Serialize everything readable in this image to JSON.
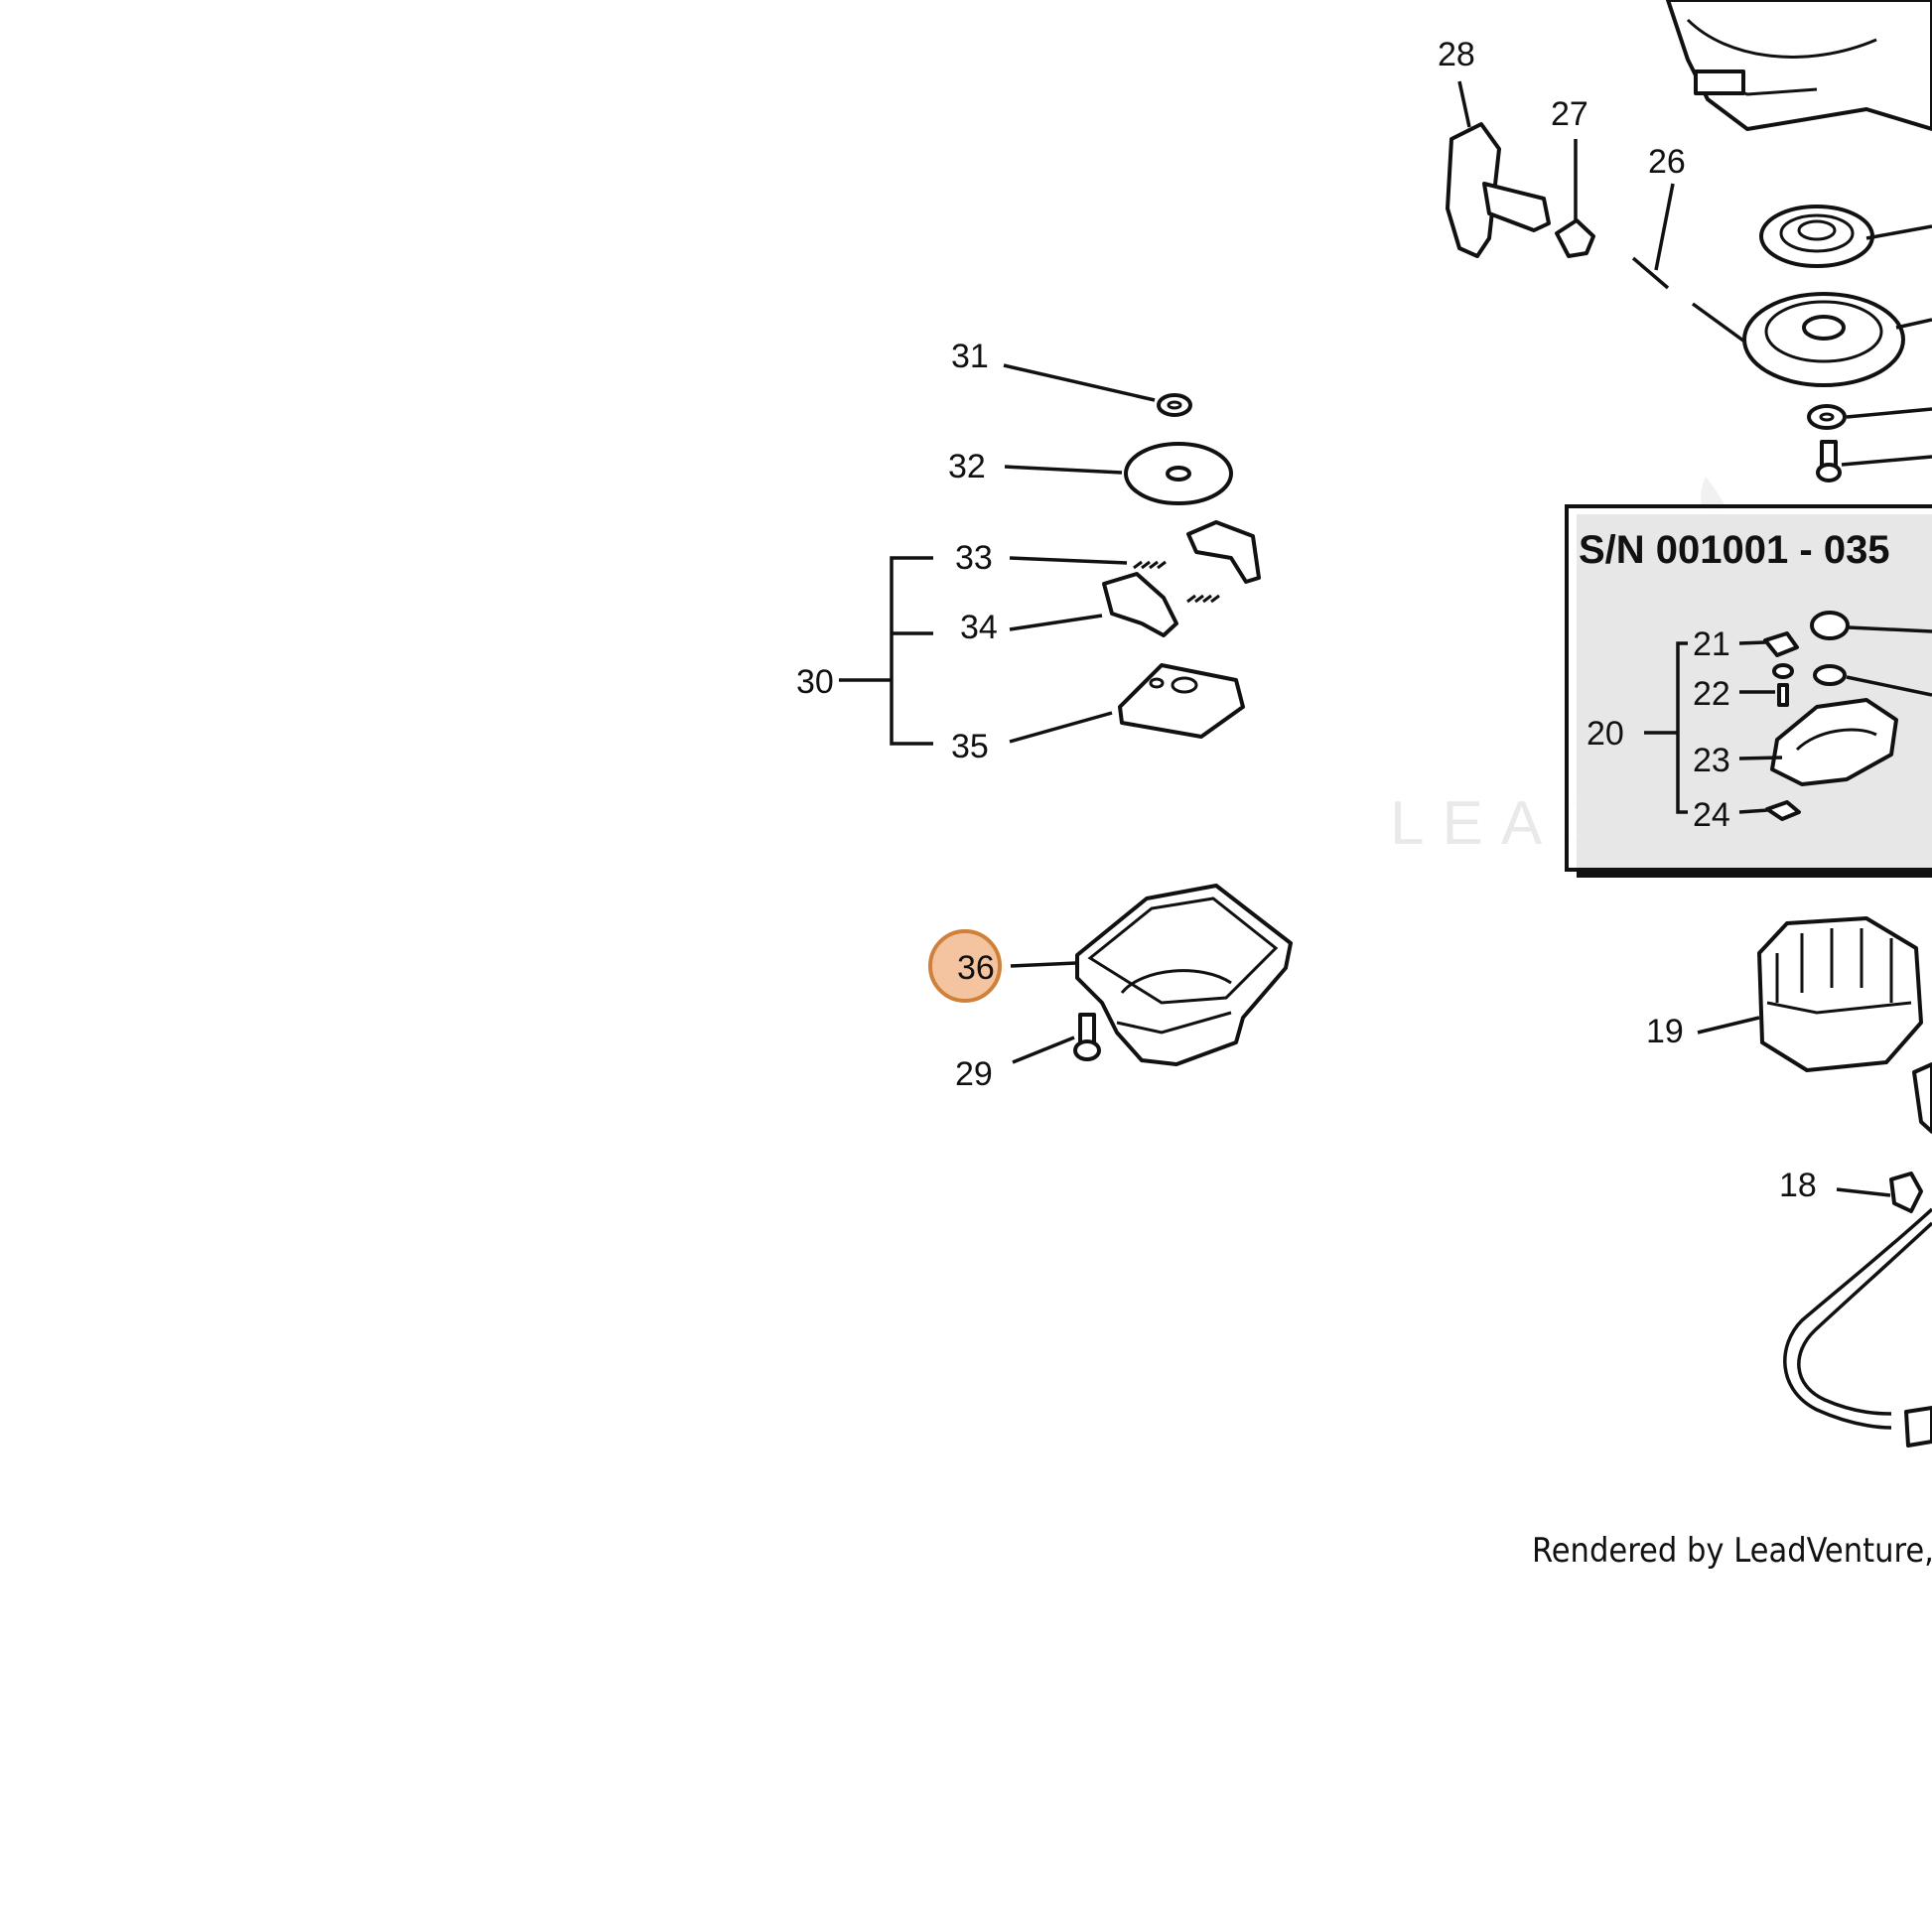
{
  "diagram": {
    "callouts": [
      {
        "id": "18",
        "label": "18"
      },
      {
        "id": "19",
        "label": "19"
      },
      {
        "id": "20",
        "label": "20"
      },
      {
        "id": "21",
        "label": "21"
      },
      {
        "id": "22",
        "label": "22"
      },
      {
        "id": "23",
        "label": "23"
      },
      {
        "id": "24",
        "label": "24"
      },
      {
        "id": "26",
        "label": "26"
      },
      {
        "id": "27",
        "label": "27"
      },
      {
        "id": "28",
        "label": "28"
      },
      {
        "id": "29",
        "label": "29"
      },
      {
        "id": "30",
        "label": "30"
      },
      {
        "id": "31",
        "label": "31"
      },
      {
        "id": "32",
        "label": "32"
      },
      {
        "id": "33",
        "label": "33"
      },
      {
        "id": "34",
        "label": "34"
      },
      {
        "id": "35",
        "label": "35"
      },
      {
        "id": "36",
        "label": "36",
        "highlighted": true
      }
    ],
    "serial_box_title": "S/N 001001 - 035",
    "watermark": "LEADVENTU",
    "footer": "Rendered by LeadVenture, Inc",
    "highlight_color": "#f3c49f",
    "highlight_border": "#d0803b"
  }
}
